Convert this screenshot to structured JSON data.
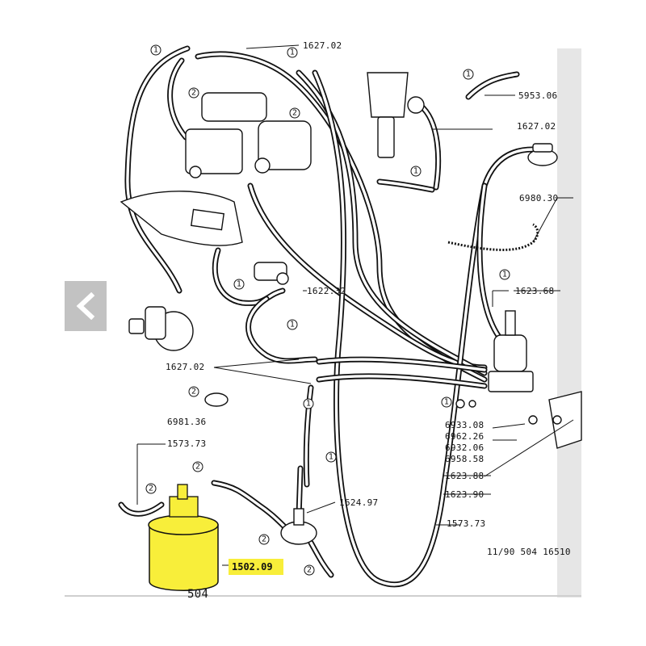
{
  "diagram": {
    "callout_number_1": "1",
    "callout_number_2": "2",
    "part_labels": {
      "p_1627_02_top": "1627.02",
      "p_5953_06": "5953.06",
      "p_1627_02_right": "1627.02",
      "p_6980_30": "6980.30",
      "p_1623_68": "1623.68",
      "p_1622_32": "1622.32",
      "p_1627_02_left": "1627.02",
      "p_6933_08": "6933.08",
      "p_6962_26": "6962.26",
      "p_6932_06": "6932.06",
      "p_6958_58": "6958.58",
      "p_1623_88": "1623.88",
      "p_1623_90": "1623.90",
      "p_6981_36": "6981.36",
      "p_1573_73_top": "1573.73",
      "p_1573_73_bottom": "1573.73",
      "p_1624_97": "1624.97",
      "p_1502_09": "1502.09"
    },
    "footer_code": "11/90 504 16510",
    "bottom_partial_text": "504",
    "highlight_color": "#f8ee3a",
    "navigation": {
      "prev_icon": "chevron-left-icon",
      "background": "#bdbdbd"
    }
  }
}
